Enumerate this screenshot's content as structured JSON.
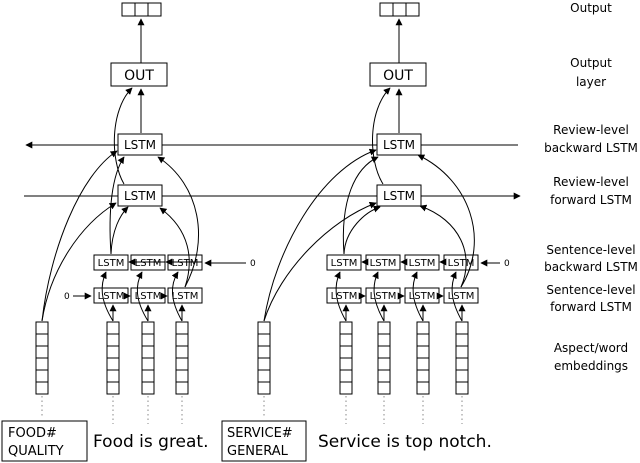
{
  "layers": {
    "output": [
      "Output"
    ],
    "output_layer": [
      "Output",
      "layer"
    ],
    "review_backward": [
      "Review-level",
      "backward LSTM"
    ],
    "review_forward": [
      "Review-level",
      "forward LSTM"
    ],
    "sentence_backward": [
      "Sentence-level",
      "backward LSTM"
    ],
    "sentence_forward": [
      "Sentence-level",
      "forward LSTM"
    ],
    "embeddings": [
      "Aspect/word",
      "embeddings"
    ]
  },
  "cell_label": "LSTM",
  "out_label": "OUT",
  "zero_label": "0",
  "sentences": [
    {
      "aspect": [
        "FOOD#",
        "QUALITY"
      ],
      "text": "Food is great."
    },
    {
      "aspect": [
        "SERVICE#",
        "GENERAL"
      ],
      "text": "Service is top notch."
    }
  ]
}
